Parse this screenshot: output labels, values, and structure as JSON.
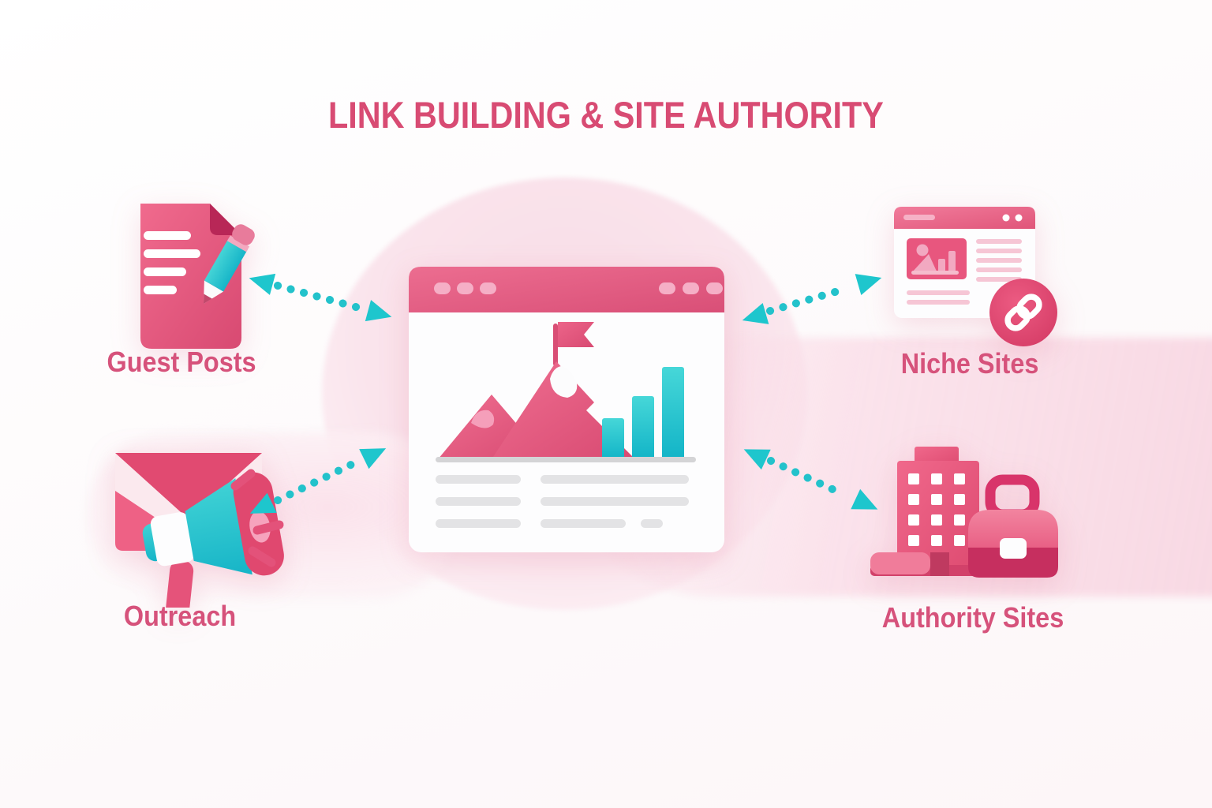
{
  "title": "LINK BUILDING & SITE AUTHORITY",
  "center": {
    "name": "site-authority-browser-illustration",
    "elements": [
      "browser-window",
      "mountain-with-flag",
      "growth-bar-chart",
      "text-placeholder-lines"
    ]
  },
  "nodes": [
    {
      "id": "guest-posts",
      "label": "Guest Posts",
      "icon": "document-pencil-icon",
      "position": "top-left"
    },
    {
      "id": "outreach",
      "label": "Outreach",
      "icon": "envelope-megaphone-icon",
      "position": "bottom-left"
    },
    {
      "id": "niche-sites",
      "label": "Niche Sites",
      "icon": "browser-link-icon",
      "position": "top-right"
    },
    {
      "id": "authority-sites",
      "label": "Authority Sites",
      "icon": "building-briefcase-icon",
      "position": "bottom-right"
    }
  ],
  "connectors": {
    "style": "dotted",
    "bidirectional": true,
    "color": "#1fc3cb",
    "count": 4
  },
  "palette": {
    "title_text": "#d84b73",
    "label_text": "#d6527b",
    "pink": "#e6537d",
    "pink_dark": "#c62f5f",
    "pink_light": "#f5afc6",
    "teal": "#1fc3cb",
    "gray_line": "#e3e3e5",
    "background": "#fdfafb"
  }
}
